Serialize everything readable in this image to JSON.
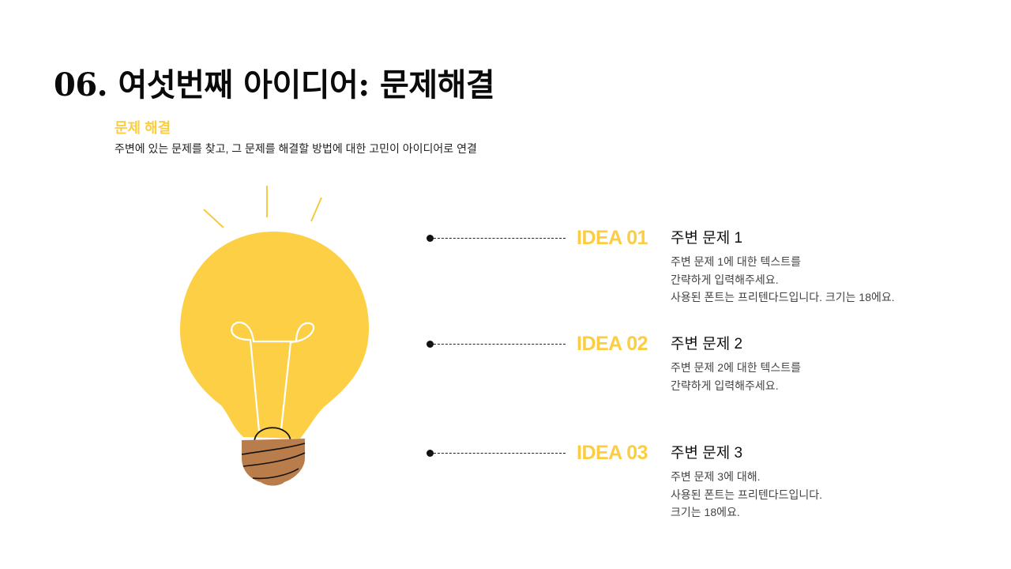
{
  "header": {
    "title": "06. 여섯번째 아이디어: 문제해결",
    "subtitle": "문제 해결",
    "description": "주변에 있는 문제를 찾고, 그 문제를 해결할 방법에 대한 고민이 아이디어로 연결"
  },
  "illustration": {
    "icon": "lightbulb-icon",
    "colors": {
      "bulb": "#fdcf45",
      "filament": "#ffffff",
      "base": "#b97d4b",
      "rays": "#f6c944"
    }
  },
  "colors": {
    "accent": "#fbcd43",
    "text": "#111111",
    "muted": "#444444"
  },
  "ideas": [
    {
      "label": "IDEA 01",
      "title": "주변 문제 1",
      "lines": [
        "주변 문제 1에 대한 텍스트를",
        "간략하게 입력해주세요.",
        "사용된 폰트는 프리텐다드입니다. 크기는 18에요."
      ]
    },
    {
      "label": "IDEA 02",
      "title": "주변 문제 2",
      "lines": [
        "주변 문제 2에 대한 텍스트를",
        "간략하게 입력해주세요."
      ]
    },
    {
      "label": "IDEA 03",
      "title": "주변 문제 3",
      "lines": [
        "주변 문제 3에 대해.",
        "사용된 폰트는 프리텐다드입니다.",
        "크기는 18에요."
      ]
    }
  ]
}
